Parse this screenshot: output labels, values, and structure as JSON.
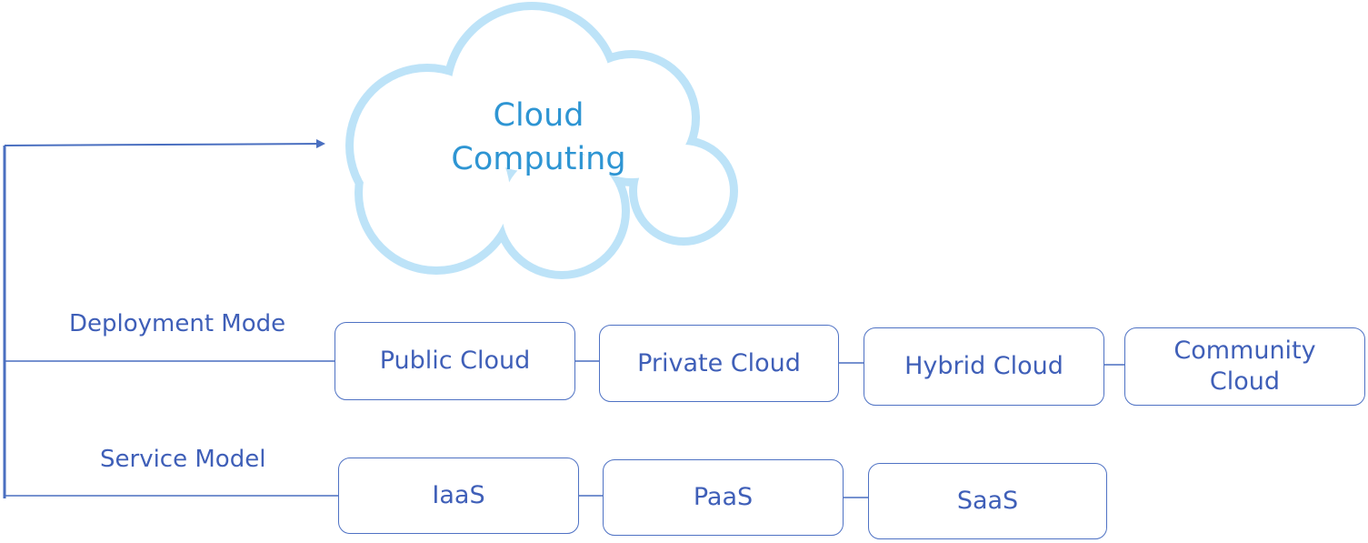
{
  "diagram": {
    "root": {
      "label": "Cloud\nComputing"
    },
    "deployment_row": {
      "label": "Deployment Mode",
      "items": [
        "Public Cloud",
        "Private Cloud",
        "Hybrid Cloud",
        "Community\nCloud"
      ]
    },
    "service_row": {
      "label": "Service Model",
      "items": [
        "IaaS",
        "PaaS",
        "SaaS"
      ]
    }
  },
  "colors": {
    "box_border": "#4f72c4",
    "text": "#3f5fb8",
    "connector_line": "#4a6fc0",
    "cloud_outline": "#bde3f8",
    "cloud_title": "#2e95d3"
  }
}
